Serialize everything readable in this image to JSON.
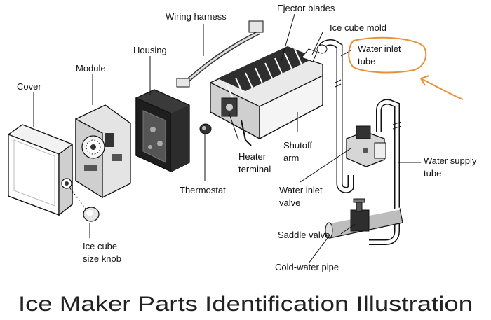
{
  "labels": {
    "wiring_harness": "Wiring harness",
    "ejector_blades": "Ejector blades",
    "ice_cube_mold": "Ice cube mold",
    "water_inlet_tube_l1": "Water inlet",
    "water_inlet_tube_l2": "tube",
    "housing": "Housing",
    "module": "Module",
    "cover": "Cover",
    "shutoff_arm_l1": "Shutoff",
    "shutoff_arm_l2": "arm",
    "heater_terminal_l1": "Heater",
    "heater_terminal_l2": "terminal",
    "water_supply_tube_l1": "Water supply",
    "water_supply_tube_l2": "tube",
    "thermostat": "Thermostat",
    "water_inlet_valve_l1": "Water inlet",
    "water_inlet_valve_l2": "valve",
    "saddle_valve": "Saddle valve",
    "ice_cube_knob_l1": "Ice cube",
    "ice_cube_knob_l2": "size knob",
    "cold_water_pipe": "Cold-water pipe"
  },
  "title": "Ice Maker Parts Identification Illustration",
  "colors": {
    "annotation": "#e8913a",
    "ink": "#111111",
    "housing_dark": "#2a2a2a",
    "metal_light": "#d9d9d9"
  }
}
